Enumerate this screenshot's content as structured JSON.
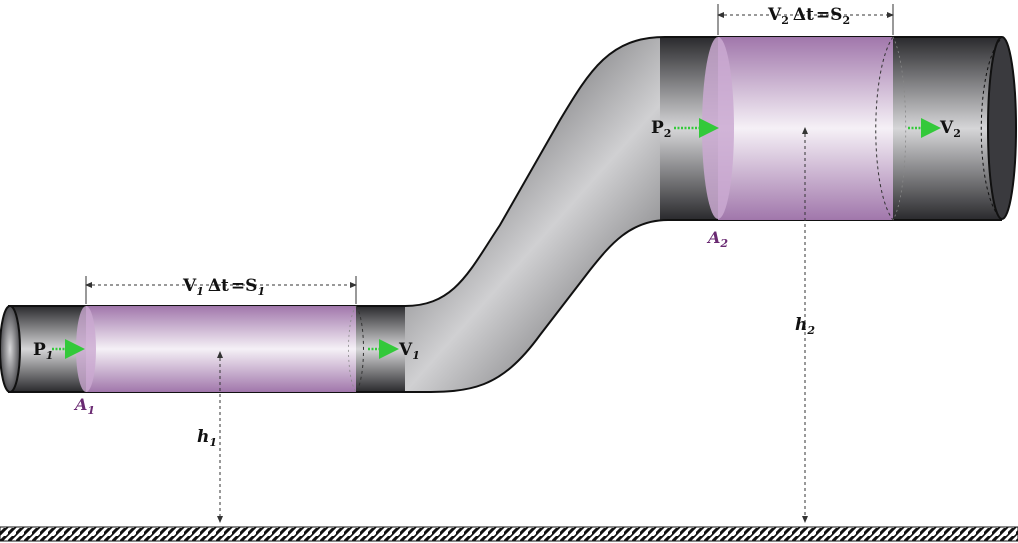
{
  "diagram": {
    "section1": {
      "pressure": {
        "main": "P",
        "sub": "1"
      },
      "velocity": {
        "main": "V",
        "sub": "1"
      },
      "area": {
        "main": "A",
        "sub": "1"
      },
      "height": {
        "main": "h",
        "sub": "1"
      },
      "displacement": {
        "v": "V",
        "v_sub": "1",
        "dt": "Δt",
        "eq": "=",
        "s": "S",
        "s_sub": "1"
      }
    },
    "section2": {
      "pressure": {
        "main": "P",
        "sub": "2"
      },
      "velocity": {
        "main": "V",
        "sub": "2"
      },
      "area": {
        "main": "A",
        "sub": "2"
      },
      "height": {
        "main": "h",
        "sub": "2"
      },
      "displacement": {
        "v": "V",
        "v_sub": "2",
        "dt": "Δt",
        "eq": "=",
        "s": "S",
        "s_sub": "2"
      }
    },
    "colors": {
      "pipe_dark": "#2b2b2e",
      "pipe_light": "#c9c9cc",
      "fluid_volume": "#b78fc0",
      "flow_arrow": "#33c93a",
      "area_label": "#6a2a72",
      "ground_hatch": "#111111"
    }
  }
}
